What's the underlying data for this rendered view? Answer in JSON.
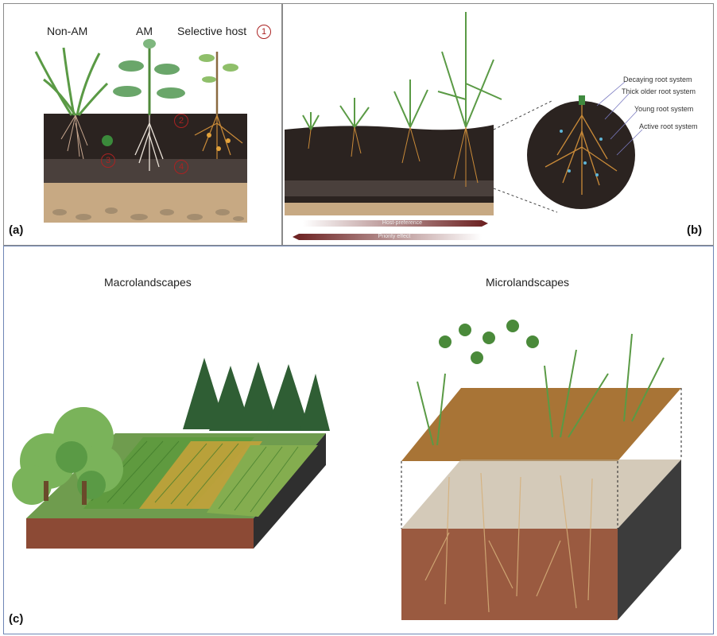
{
  "panel_a": {
    "label": "(a)",
    "titles": {
      "non_am": "Non-AM",
      "am": "AM",
      "selective_host": "Selective host"
    },
    "markers": [
      "1",
      "2",
      "3",
      "4"
    ]
  },
  "panel_b": {
    "label": "(b)",
    "root_labels": [
      "Decaying root system",
      "Thick older root system",
      "Young root system",
      "Active root system"
    ],
    "arrows": {
      "host_preference": "Host-preference",
      "priority_effect": "Priority effect"
    }
  },
  "panel_c": {
    "label": "(c)",
    "macro_title": "Macrolandscapes",
    "micro_title": "Microlandscapes"
  },
  "colors": {
    "soil_dark": "#2b2320",
    "soil_mid": "#4a403c",
    "sand": "#c7a983",
    "grass": "#4f8a3a",
    "forest": "#2f5e34",
    "crop_yellow": "#c9a23a",
    "marker_red": "#a22222"
  }
}
